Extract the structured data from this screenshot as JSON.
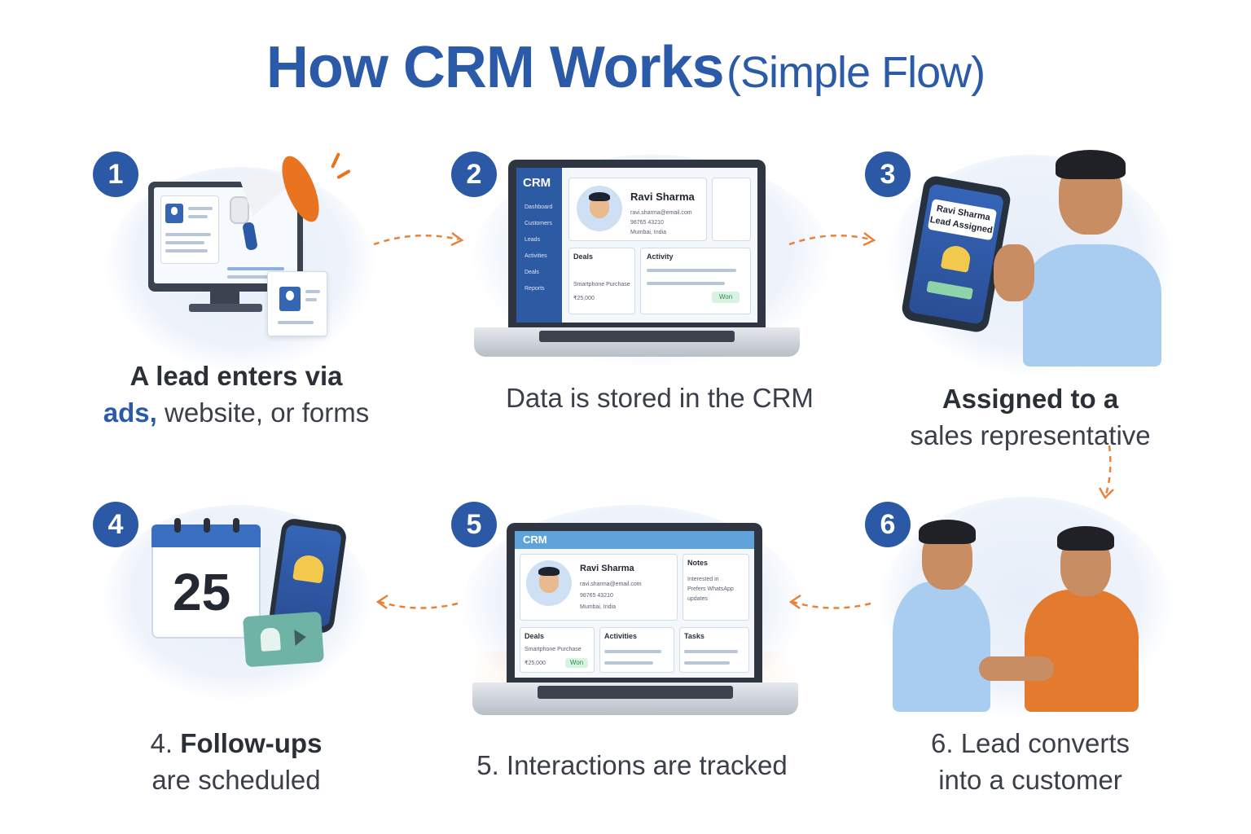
{
  "title": {
    "main": "How CRM Works",
    "sub": "(Simple Flow)"
  },
  "colors": {
    "primary": "#2b5ba8",
    "arrow": "#e8823a",
    "won": "#2d8b52"
  },
  "steps": [
    {
      "number": "1",
      "caption_line1": "A lead enters via",
      "caption_accent": "ads,",
      "caption_line2_rest": " website, or forms",
      "icons": [
        "monitor-icon",
        "megaphone-icon",
        "contact-card-icon"
      ]
    },
    {
      "number": "2",
      "caption": "Data is stored in the CRM",
      "screen": {
        "app": "CRM",
        "nav": [
          "Dashboard",
          "Customers",
          "Leads",
          "Activities",
          "Deals",
          "Reports"
        ],
        "contact_name": "Ravi Sharma",
        "email": "ravi.sharma@email.com",
        "phone": "98765 43210",
        "location": "Mumbai, India",
        "deals_label": "Deals",
        "activity_label": "Activity",
        "deal_item": "Smartphone Purchase",
        "amount": "₹25,000",
        "status": "Won"
      }
    },
    {
      "number": "3",
      "caption_line1": "Assigned to a",
      "caption_line2": "sales representative",
      "phone_name": "Ravi Sharma",
      "phone_status": "Lead Assigned"
    },
    {
      "number": "4",
      "caption_prefix": "4. ",
      "caption_bold": "Follow-ups",
      "caption_line2": "are scheduled",
      "calendar_day": "25"
    },
    {
      "number": "5",
      "caption": "5. Interactions are tracked",
      "screen": {
        "app": "CRM",
        "contact_name": "Ravi Sharma",
        "email": "ravi.sharma@email.com",
        "phone": "98765 43210",
        "location": "Mumbai, India",
        "notes_label": "Notes",
        "notes_line1": "Interested in",
        "notes_line2": "Prefers WhatsApp",
        "notes_line3": "updates",
        "deals_label": "Deals",
        "activities_label": "Activities",
        "tasks_label": "Tasks",
        "deal_item": "Smartphone Purchase",
        "amount": "₹25,000",
        "status": "Won"
      }
    },
    {
      "number": "6",
      "caption_line1": "6. Lead converts",
      "caption_line2": "into a customer"
    }
  ]
}
